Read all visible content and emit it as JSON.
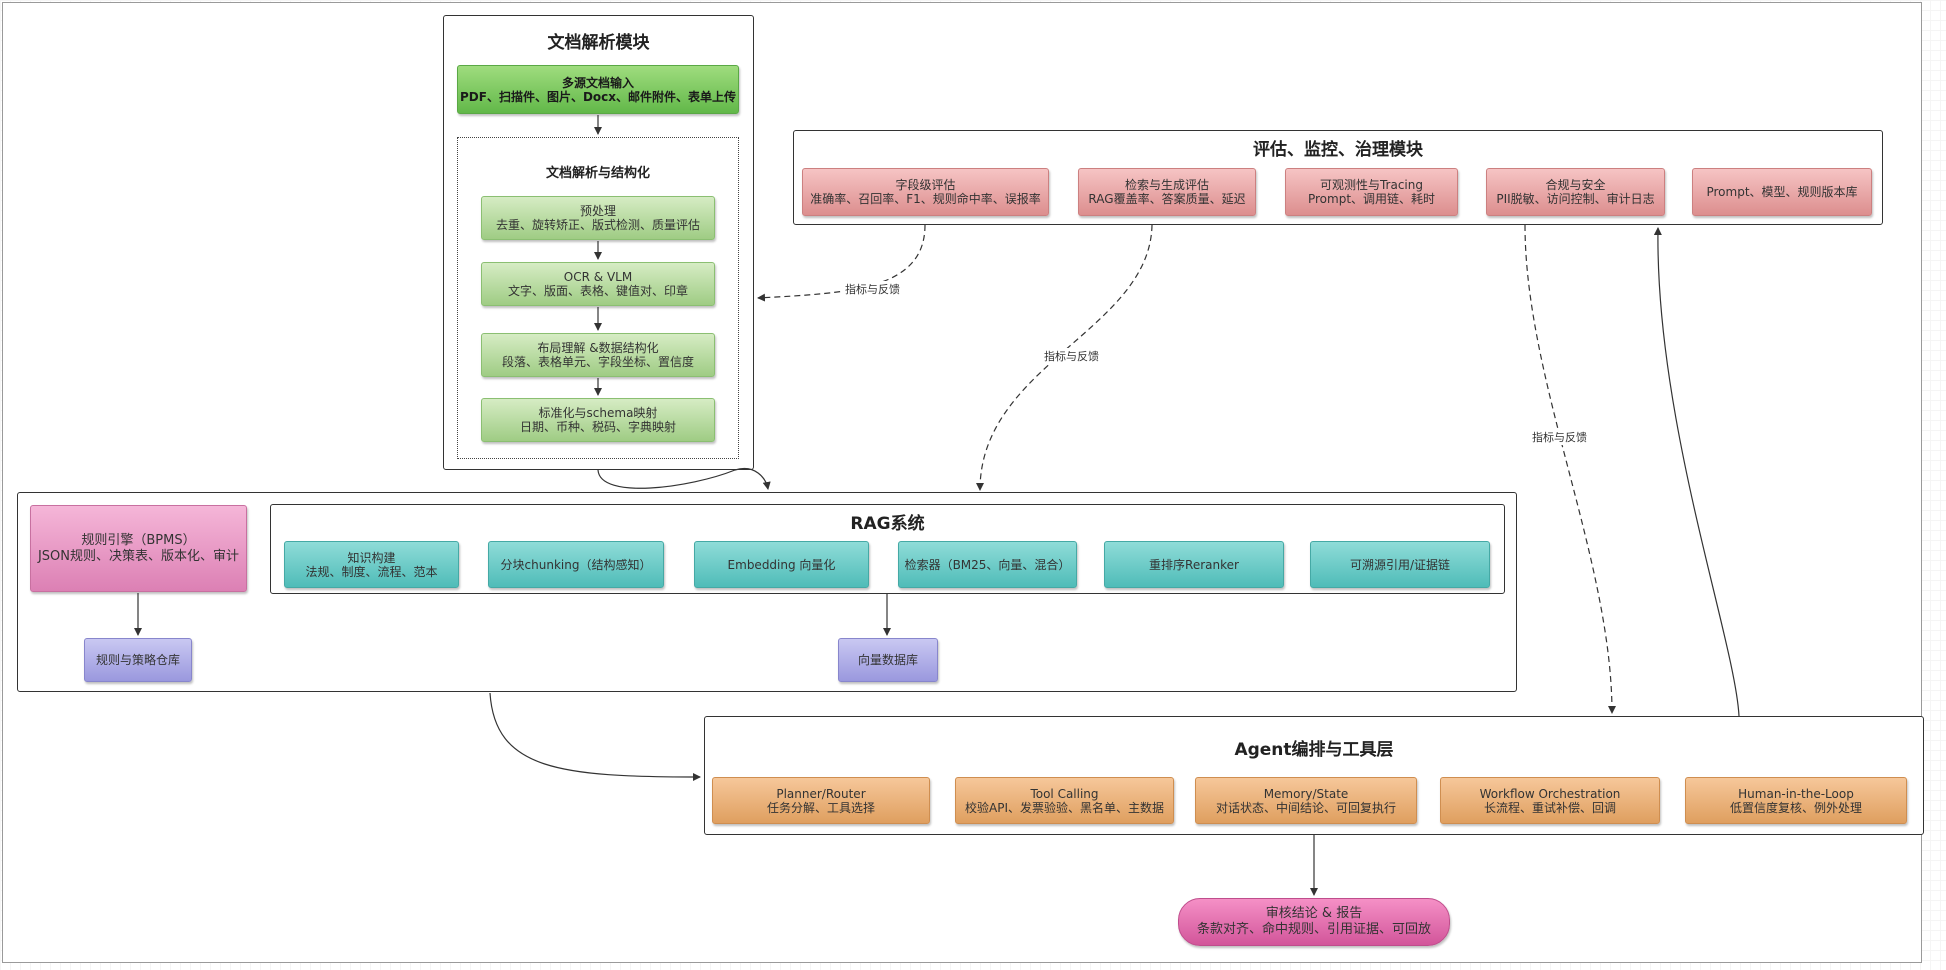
{
  "doc_module": {
    "title": "文档解析模块",
    "input_node": {
      "line1": "多源文档输入",
      "line2": "PDF、扫描件、图片、Docx、邮件附件、表单上传"
    },
    "sub_title": "文档解析与结构化",
    "steps": [
      {
        "line1": "预处理",
        "line2": "去重、旋转矫正、版式检测、质量评估"
      },
      {
        "line1": "OCR & VLM",
        "line2": "文字、版面、表格、键值对、印章"
      },
      {
        "line1": "布局理解 &数据结构化",
        "line2": "段落、表格单元、字段坐标、置信度"
      },
      {
        "line1": "标准化与schema映射",
        "line2": "日期、币种、税码、字典映射"
      }
    ]
  },
  "eval_module": {
    "title": "评估、监控、治理模块",
    "nodes": [
      {
        "line1": "字段级评估",
        "line2": "准确率、召回率、F1、规则命中率、误报率"
      },
      {
        "line1": "检索与生成评估",
        "line2": "RAG覆盖率、答案质量、延迟"
      },
      {
        "line1": "可观测性与Tracing",
        "line2": "Prompt、调用链、耗时"
      },
      {
        "line1": "合规与安全",
        "line2": "PII脱敏、访问控制、审计日志"
      },
      {
        "line1": "Prompt、模型、规则版本库",
        "line2": ""
      }
    ]
  },
  "rag_module": {
    "title": "RAG系统",
    "rule_engine": {
      "line1": "规则引擎（BPMS）",
      "line2": "JSON规则、决策表、版本化、审计"
    },
    "rule_repo": "规则与策略仓库",
    "vector_db": "向量数据库",
    "nodes": [
      {
        "line1": "知识构建",
        "line2": "法规、制度、流程、范本"
      },
      {
        "line1": "分块chunking（结构感知）",
        "line2": ""
      },
      {
        "line1": "Embedding 向量化",
        "line2": ""
      },
      {
        "line1": "检索器（BM25、向量、混合）",
        "line2": ""
      },
      {
        "line1": "重排序Reranker",
        "line2": ""
      },
      {
        "line1": "可溯源引用/证据链",
        "line2": ""
      }
    ]
  },
  "agent_module": {
    "title": "Agent编排与工具层",
    "nodes": [
      {
        "line1": "Planner/Router",
        "line2": "任务分解、工具选择"
      },
      {
        "line1": "Tool Calling",
        "line2": "校验API、发票验验、黑名单、主数据"
      },
      {
        "line1": "Memory/State",
        "line2": "对话状态、中间结论、可回复执行"
      },
      {
        "line1": "Workflow Orchestration",
        "line2": "长流程、重试补偿、回调"
      },
      {
        "line1": "Human-in-the-Loop",
        "line2": "低置信度复核、例外处理"
      }
    ]
  },
  "output_node": {
    "line1": "审核结论 & 报告",
    "line2": "条款对齐、命中规则、引用证据、可回放"
  },
  "edge_labels": {
    "feedback_1": "指标与反馈",
    "feedback_2": "指标与反馈",
    "feedback_3": "指标与反馈"
  },
  "colors": {
    "green_input": "#62b849",
    "green_step": "#9fcc84",
    "pink": "#dc8e8e",
    "teal": "#4fbcb8",
    "magenta": "#dc80b4",
    "purple": "#9a98de",
    "orange": "#df9f5f",
    "output_pill": "#d2559a"
  }
}
